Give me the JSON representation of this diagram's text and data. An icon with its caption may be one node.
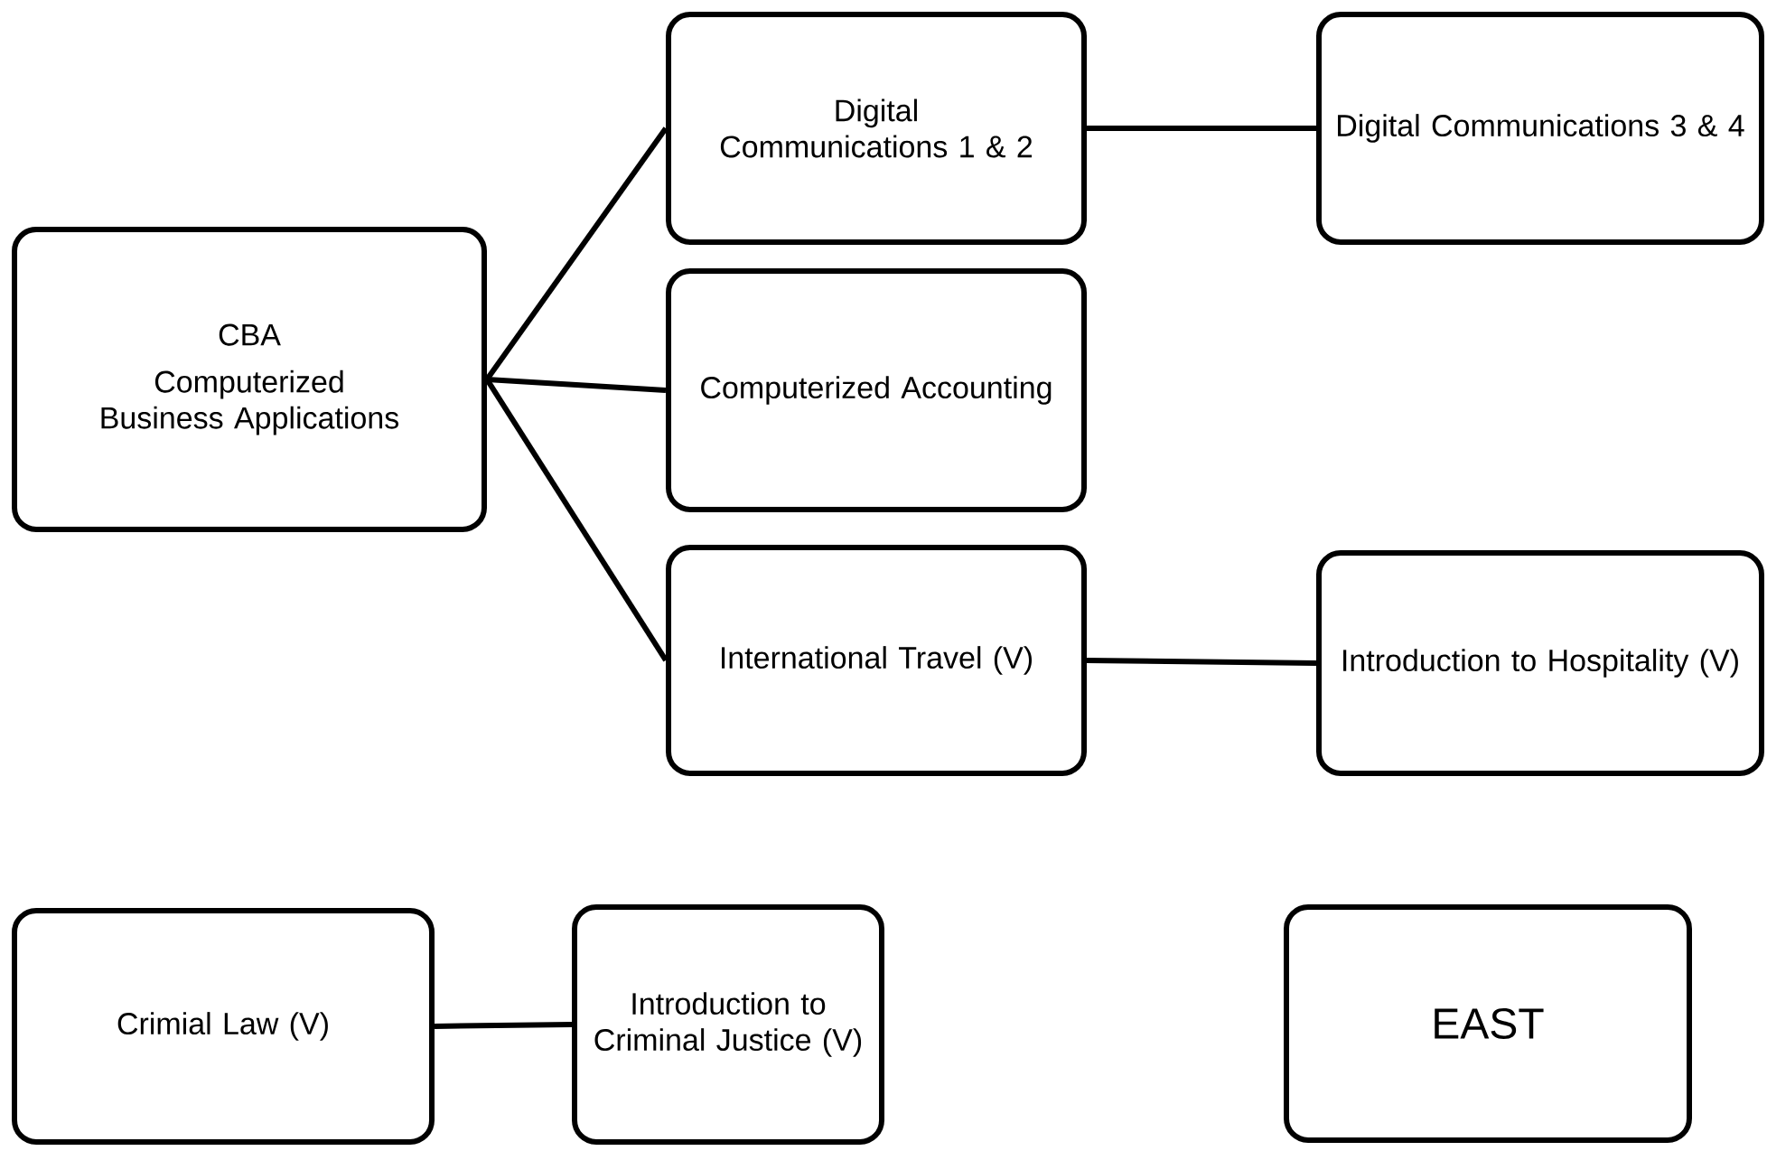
{
  "diagram": {
    "nodes": [
      {
        "text": [
          "CBA",
          "Computerized Business Applications"
        ]
      },
      {
        "text": [
          "Digital Communications 1 & 2"
        ]
      },
      {
        "text": [
          "Digital Communications 3 & 4"
        ]
      },
      {
        "text": [
          "Computerized Accounting"
        ]
      },
      {
        "text": [
          "International Travel (V)"
        ]
      },
      {
        "text": [
          "Introduction to Hospitality (V)"
        ]
      },
      {
        "text": [
          "Crimial Law (V)"
        ]
      },
      {
        "text": [
          "Introduction to Criminal Justice (V)"
        ]
      },
      {
        "text": [
          "EAST"
        ]
      }
    ],
    "edges": [
      {
        "from": 0,
        "to": 1,
        "arrow": "none"
      },
      {
        "from": 0,
        "to": 3,
        "arrow": "none"
      },
      {
        "from": 0,
        "to": 4,
        "arrow": "none"
      },
      {
        "from": 1,
        "to": 2,
        "arrow": "none"
      },
      {
        "from": 4,
        "to": 5,
        "arrow": "none"
      },
      {
        "from": 6,
        "to": 7,
        "arrow": "none"
      }
    ]
  }
}
